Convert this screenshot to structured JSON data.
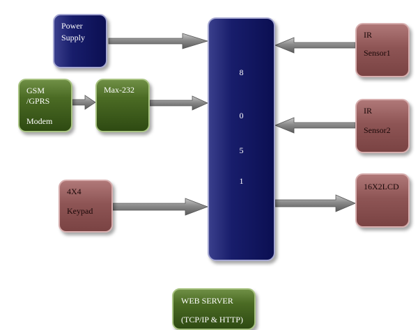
{
  "blocks": {
    "power_supply": {
      "line1": "Power",
      "line2": "Supply"
    },
    "gsm": {
      "line1": "GSM",
      "line2": "/GPRS",
      "line3": "Modem"
    },
    "max232": {
      "label": "Max-232"
    },
    "keypad": {
      "line1": "4X4",
      "line2": "Keypad"
    },
    "mcu": {
      "chars": [
        "8",
        "0",
        "5",
        "1"
      ]
    },
    "ir1": {
      "line1": "IR",
      "line2": "Sensor1"
    },
    "ir2": {
      "line1": "IR",
      "line2": "Sensor2"
    },
    "lcd": {
      "label": "16X2LCD"
    },
    "web_server": {
      "line1": "WEB SERVER",
      "line2": "(TCP/IP & HTTP)"
    }
  },
  "colors": {
    "mcu": "#0b0f52",
    "green_blocks": "#4b6b24",
    "rose_blocks": "#8e5555",
    "arrows": "#6a6a6a"
  }
}
